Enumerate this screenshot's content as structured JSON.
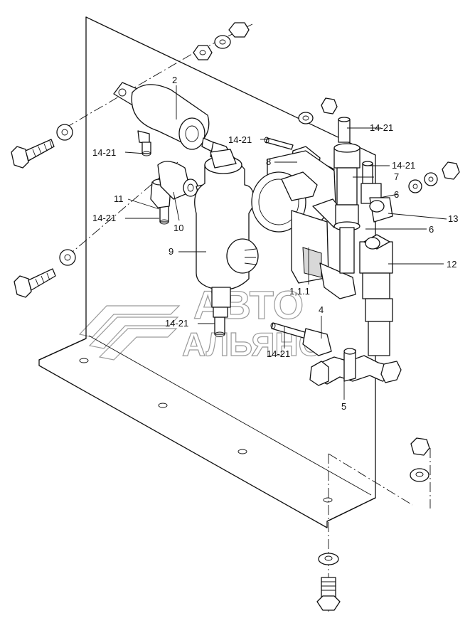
{
  "watermark": {
    "line1": "АВТО",
    "line2": "АЛЬЯНС"
  },
  "labels": {
    "l2": "2",
    "l14_21_top_left": "14-21",
    "l14_21_mid": "14-21",
    "l14_21_top_right": "14-21",
    "l14_21_right": "14-21",
    "l14_21_left2": "14-21",
    "l14_21_bottom_left": "14-21",
    "l14_21_bottom_mid": "14-21",
    "l8": "8",
    "l7": "7",
    "l6a": "6",
    "l6b": "6",
    "l13": "13",
    "l12": "12",
    "l11": "11",
    "l10": "10",
    "l9": "9",
    "l1_1_1": "1,1.1",
    "l4": "4",
    "l5": "5"
  }
}
